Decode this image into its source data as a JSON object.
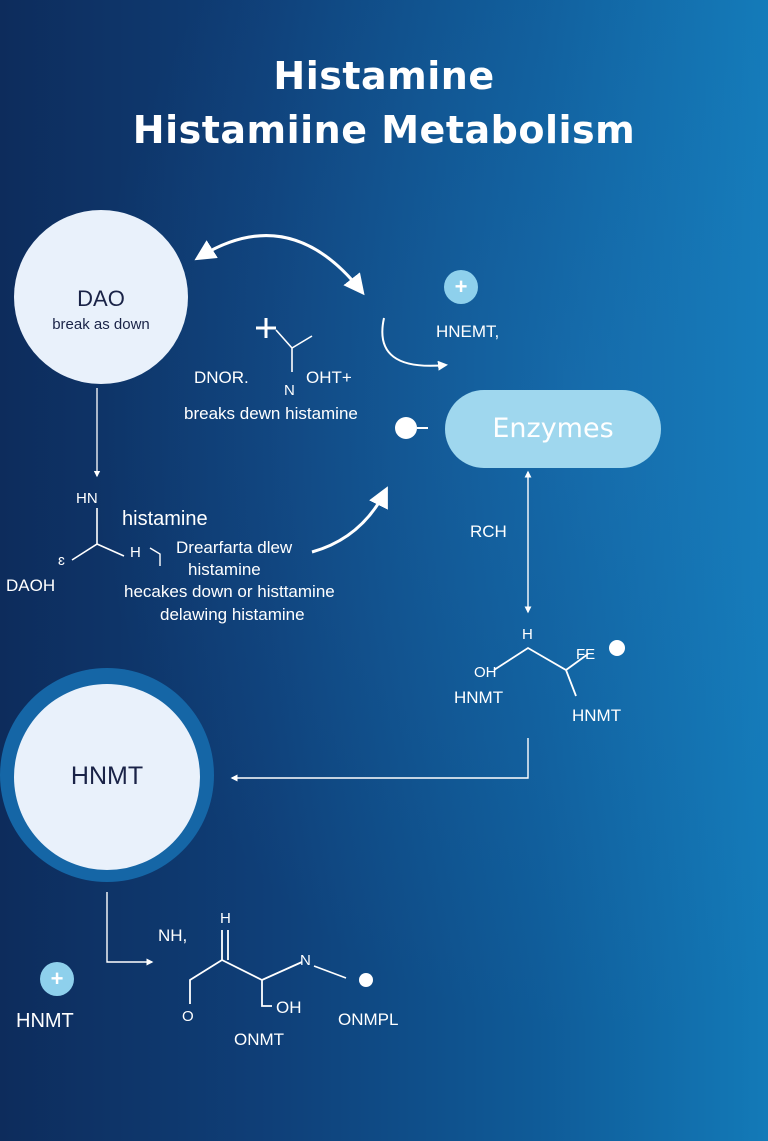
{
  "title": {
    "line1": "Histamine",
    "line2": "Histamiine Metabolism"
  },
  "dao_circle": {
    "title": "DAO",
    "subtitle": "break as down"
  },
  "hnmt_circle": {
    "title": "HNMT"
  },
  "enzymes_pill": {
    "label": "Enzymes"
  },
  "badges": {
    "plus_symbol": "+",
    "small_plus": "+"
  },
  "labels": {
    "hnemt": "HNEMT,",
    "dnor": "DNOR.",
    "n_top": "N",
    "oht": "OHT+",
    "breaks_down": "breaks dewn histamine",
    "hn": "HN",
    "histamine": "histamine",
    "e_small": "ɛ",
    "h_small": "H",
    "daoh": "DAOH",
    "desc_line1": "Drearfarta dlew",
    "desc_line2": "histamine",
    "desc_line3": "hecakes down or histtamine",
    "desc_line4": "delawing histamine",
    "rch": "RCH",
    "h_right": "H",
    "oh_right": "OH",
    "hnmt_right_1": "HNMT",
    "fe_right": "FE",
    "hnmt_right_2": "HNMT",
    "nh": "NH,",
    "h_bottom": "H",
    "n_bottom": "N",
    "o_bottom": "O",
    "oh_bottom": "OH",
    "onmpl": "ONMPL",
    "onmt": "ONMT",
    "hnmt_bottom_left": "HNMT"
  },
  "colors": {
    "background_left": "#0d2c5c",
    "background_right": "#137ab8",
    "circle_fill": "#e9f1fb",
    "circle_text": "#1a2347",
    "hnmt_ring": "#1566a6",
    "pill_fill": "#9fd7ee",
    "badge_fill": "#8ed0ec",
    "line": "#ffffff"
  }
}
